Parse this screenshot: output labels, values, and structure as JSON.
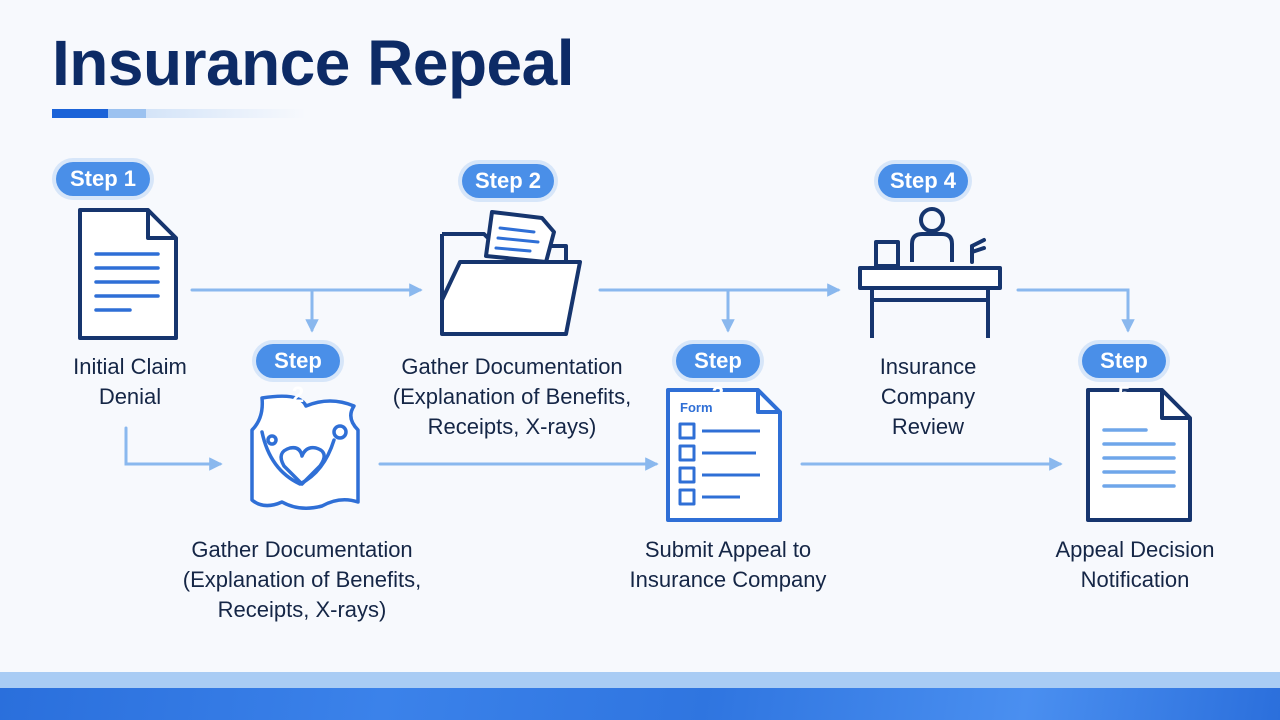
{
  "title": "Insurance Repeal",
  "colors": {
    "title": "#0d2b66",
    "icon_stroke": "#16356e",
    "icon_blue": "#2f6fd6",
    "arrow": "#8ab8ee",
    "badge": "#4a8fe8",
    "band_light": "#a9ccf4",
    "band_dark": "#2f75e0"
  },
  "steps": [
    {
      "badge": "Step 1",
      "label": "Initial Claim\nDenial",
      "icon": "document-icon"
    },
    {
      "badge": "Step 2",
      "label": "Gather Documentation\n(Explanation of Benefits,\nReceipts, X-rays)",
      "icon": "folder-icon"
    },
    {
      "badge": "Step 4",
      "label": "Insurance\nCompany\nReview",
      "icon": "desk-reviewer-icon"
    },
    {
      "badge": "Step 2",
      "label": "Gather Documentation\n(Explanation of Benefits,\nReceipts, X-rays)",
      "icon": "medical-heart-icon"
    },
    {
      "badge": "Step 3",
      "label": "Submit Appeal to\nInsurance Company",
      "icon": "form-icon",
      "form_header": "Form"
    },
    {
      "badge": "Step 5",
      "label": "Appeal Decision\nNotification",
      "icon": "notification-document-icon"
    }
  ]
}
